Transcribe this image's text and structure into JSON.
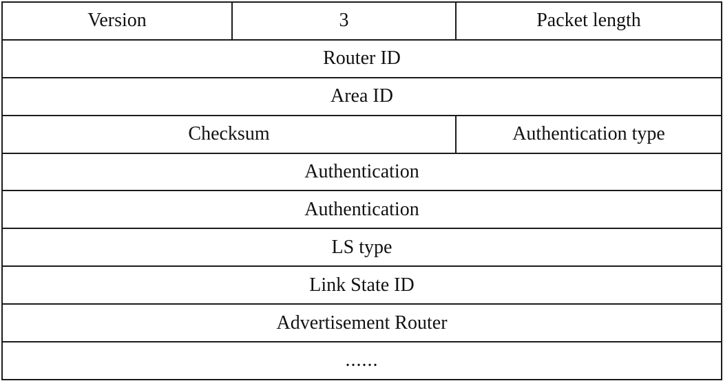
{
  "rows": [
    [
      "Version",
      "3",
      "Packet length"
    ],
    [
      "Router ID"
    ],
    [
      "Area ID"
    ],
    [
      "Checksum",
      "Authentication type"
    ],
    [
      "Authentication"
    ],
    [
      "Authentication"
    ],
    [
      "LS type"
    ],
    [
      "Link State ID"
    ],
    [
      "Advertisement Router"
    ],
    [
      "......"
    ]
  ],
  "colors": {
    "border": "#1a1a1a",
    "text": "#111111",
    "background": "#ffffff"
  }
}
